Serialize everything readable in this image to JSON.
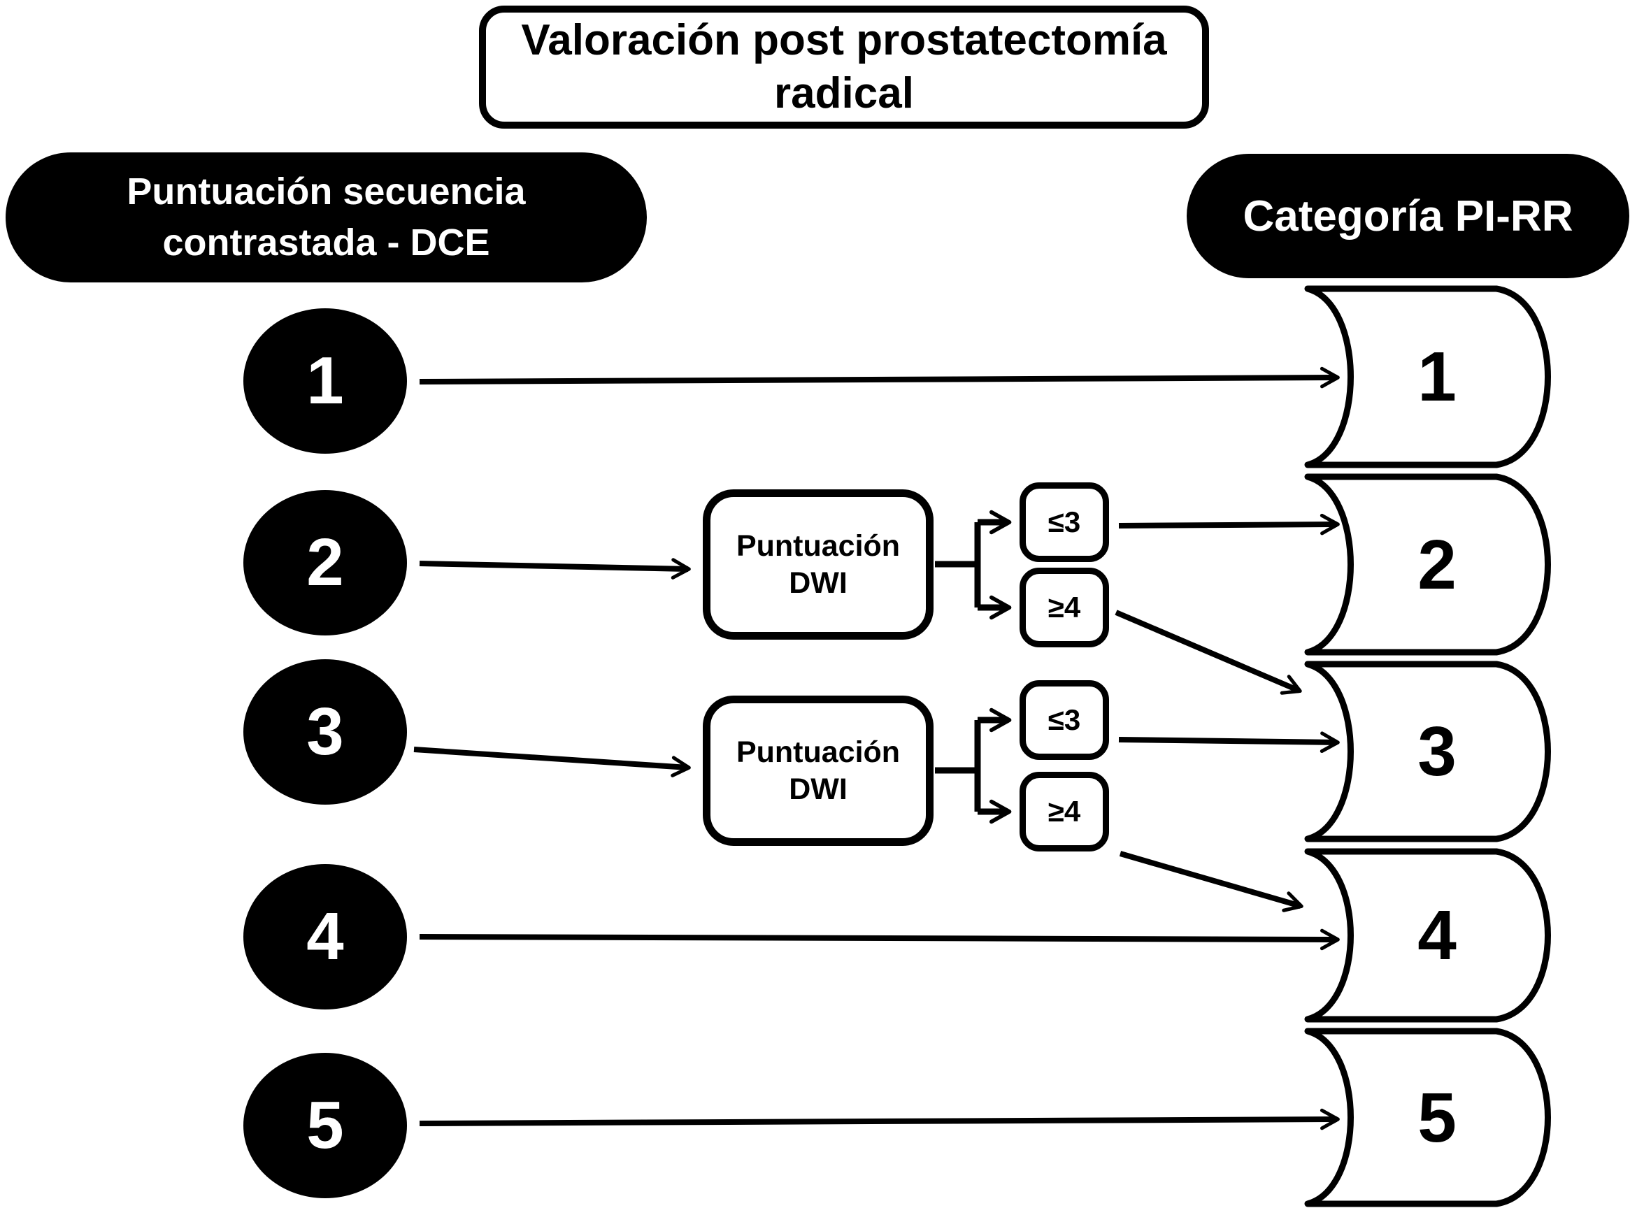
{
  "title": {
    "line1": "Valoración post prostatectomía",
    "line2": "radical"
  },
  "left_header": {
    "line1": "Puntuación secuencia",
    "line2": "contrastada - DCE"
  },
  "right_header": {
    "label": "Categoría PI-RR"
  },
  "dce_scores": [
    "1",
    "2",
    "3",
    "4",
    "5"
  ],
  "dwi_box": {
    "line1": "Puntuación",
    "line2": "DWI"
  },
  "thresholds": {
    "low": "≤3",
    "high": "≥4"
  },
  "pi_rr_categories": [
    "1",
    "2",
    "3",
    "4",
    "5"
  ],
  "colors": {
    "ink": "#000000",
    "paper": "#ffffff"
  },
  "edges": [
    {
      "from": "DCE-1",
      "to": "PIRR-1"
    },
    {
      "from": "DCE-2",
      "to": "DWI-A"
    },
    {
      "from": "DWI-A-≤3",
      "to": "PIRR-2"
    },
    {
      "from": "DWI-A-≥4",
      "to": "PIRR-3"
    },
    {
      "from": "DCE-3",
      "to": "DWI-B"
    },
    {
      "from": "DWI-B-≤3",
      "to": "PIRR-3"
    },
    {
      "from": "DWI-B-≥4",
      "to": "PIRR-4"
    },
    {
      "from": "DCE-4",
      "to": "PIRR-4"
    },
    {
      "from": "DCE-5",
      "to": "PIRR-5"
    }
  ]
}
